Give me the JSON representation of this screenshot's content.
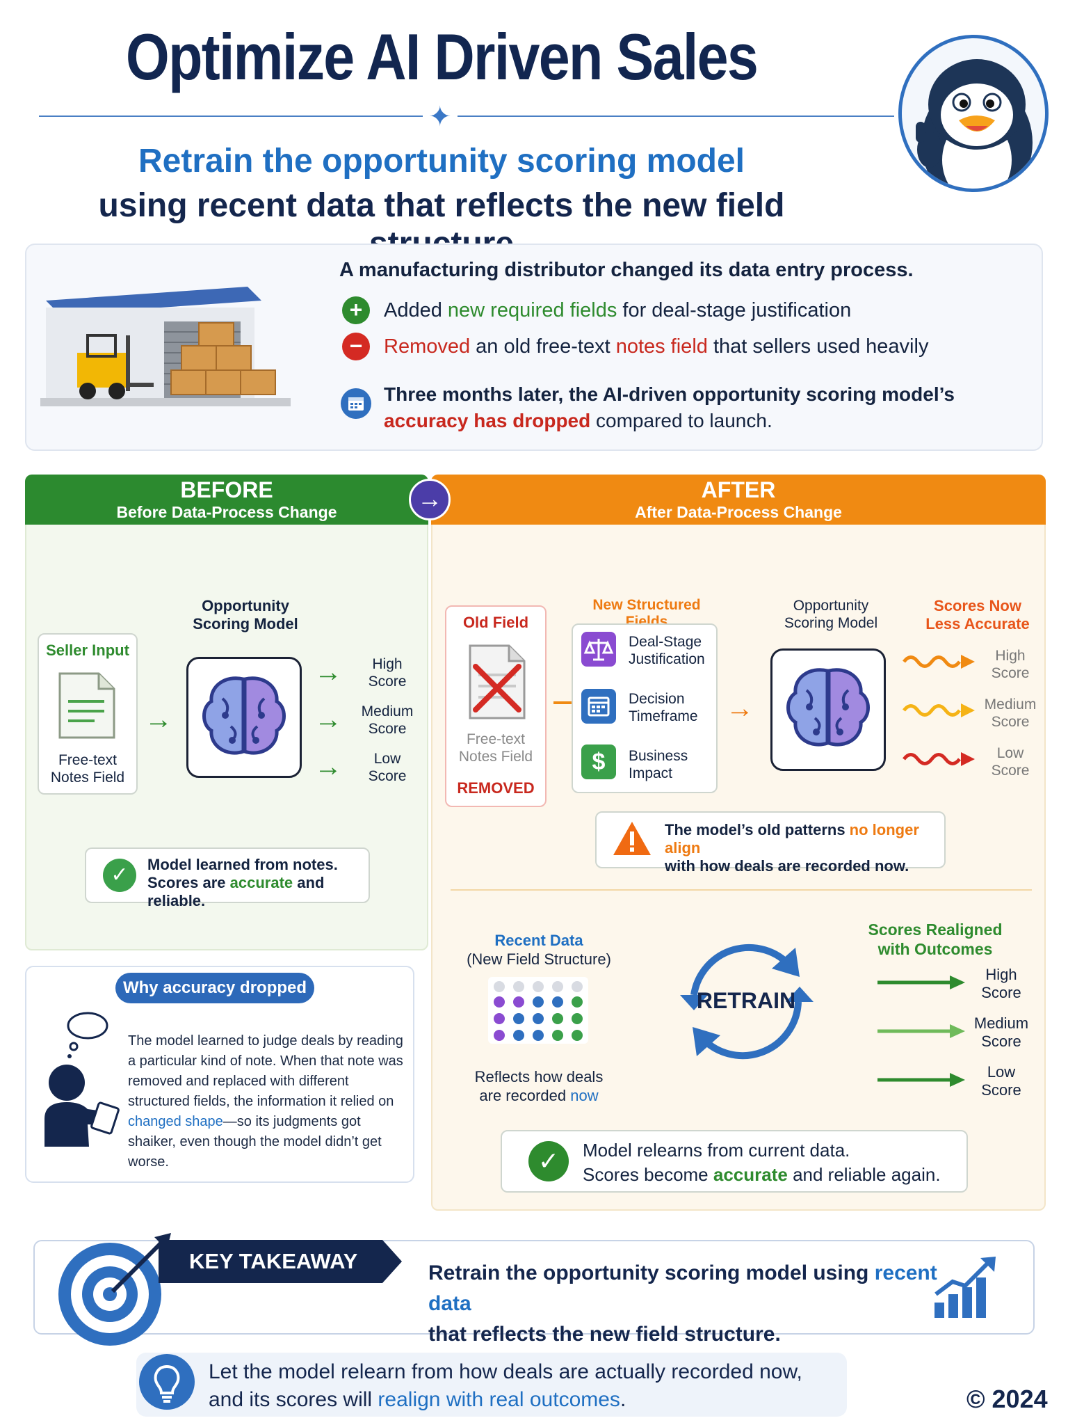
{
  "header": {
    "title": "Optimize AI Driven Sales",
    "subtitle_line1": "Retrain the opportunity scoring model",
    "subtitle_line2": "using recent data that reflects the new field structure"
  },
  "intro": {
    "heading": "A manufacturing distributor changed its data entry process.",
    "added": {
      "pre": "Added ",
      "highlight": "new required fields",
      "post": " for deal-stage justification"
    },
    "removed": {
      "highlight1": "Removed",
      "mid": " an old free-text ",
      "highlight2": "notes field",
      "post": " that sellers used heavily"
    },
    "impact": {
      "line1": "Three months later, the AI-driven opportunity scoring model’s",
      "highlight": "accuracy has dropped",
      "post": " compared to launch."
    }
  },
  "before": {
    "title": "BEFORE",
    "subtitle": "Before Data-Process Change",
    "seller_input_label": "Seller Input",
    "notes_label_1": "Free-text",
    "notes_label_2": "Notes Field",
    "model_label_1": "Opportunity",
    "model_label_2": "Scoring Model",
    "scores": [
      "High",
      "Medium",
      "Low"
    ],
    "score_word": "Score",
    "result_line1": "Model learned from notes.",
    "result_pre": "Scores are ",
    "result_highlight": "accurate",
    "result_post": " and reliable."
  },
  "after": {
    "title": "AFTER",
    "subtitle": "After Data-Process Change",
    "old_field_label": "Old Field",
    "old_notes_1": "Free-text",
    "old_notes_2": "Notes Field",
    "removed_label": "REMOVED",
    "new_fields_label": "New Structured Fields",
    "fields": [
      {
        "line1": "Deal-Stage",
        "line2": "Justification",
        "icon": "scale-icon"
      },
      {
        "line1": "Decision",
        "line2": "Timeframe",
        "icon": "calendar-icon"
      },
      {
        "line1": "Business",
        "line2": "Impact",
        "icon": "dollar-icon"
      }
    ],
    "model_label_1": "Opportunity",
    "model_label_2": "Scoring Model",
    "less_accurate_1": "Scores Now",
    "less_accurate_2": "Less Accurate",
    "scores": [
      "High",
      "Medium",
      "Low"
    ],
    "score_word": "Score",
    "warning_pre": "The model’s old patterns ",
    "warning_highlight": "no longer align",
    "warning_line2": "with how deals are recorded now.",
    "recent_data_1": "Recent Data",
    "recent_data_2": "(New Field Structure)",
    "reflects_1": "Reflects how deals",
    "reflects_2_pre": "are recorded ",
    "reflects_2_highlight": "now",
    "retrain_label": "RETRAIN",
    "realigned_1": "Scores Realigned",
    "realigned_2": "with Outcomes",
    "result_line1": "Model relearns from current data.",
    "result_pre": "Scores become ",
    "result_highlight": "accurate",
    "result_post": " and reliable again."
  },
  "why": {
    "pill": "Why accuracy dropped",
    "text_main": "The model learned to judge deals by reading a particular kind of note. When that note was removed and replaced with different structured fields, the information it relied on ",
    "text_highlight": "changed shape",
    "text_end": "—so its judgments got shaiker, even though the model didn’t get worse."
  },
  "takeaway": {
    "banner": "KEY TAKEAWAY",
    "line1_pre": "Retrain the opportunity scoring model using ",
    "line1_highlight": "recent data",
    "line2": "that reflects the new field structure."
  },
  "bottom": {
    "line1": "Let the model relearn from how deals are actually recorded now,",
    "line2_pre": "and its scores will ",
    "line2_highlight": "realign with real outcomes",
    "line2_post": "."
  },
  "copyright": "© 2024",
  "colors": {
    "navy": "#14264d",
    "blue": "#1f6fc2",
    "green": "#2e8b2e",
    "orange": "#f08a12",
    "red": "#c8281e"
  }
}
